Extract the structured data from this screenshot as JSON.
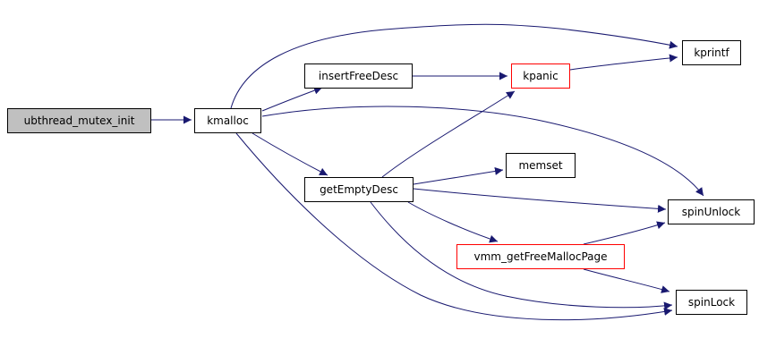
{
  "diagram": {
    "type": "call-graph",
    "root_function": "ubthread_mutex_init"
  },
  "colors": {
    "edge": "#191970",
    "node_border": "#000000",
    "node_border_highlight": "#ff0000",
    "root_node_fill": "#c0c0c0",
    "node_fill": "#ffffff",
    "background": "#ffffff",
    "text": "#000000"
  },
  "nodes": [
    {
      "id": "ubthread_mutex_init",
      "label": "ubthread_mutex_init",
      "style": "root"
    },
    {
      "id": "kmalloc",
      "label": "kmalloc",
      "style": "normal"
    },
    {
      "id": "insertFreeDesc",
      "label": "insertFreeDesc",
      "style": "normal"
    },
    {
      "id": "kpanic",
      "label": "kpanic",
      "style": "red"
    },
    {
      "id": "kprintf",
      "label": "kprintf",
      "style": "normal"
    },
    {
      "id": "getEmptyDesc",
      "label": "getEmptyDesc",
      "style": "normal"
    },
    {
      "id": "memset",
      "label": "memset",
      "style": "normal"
    },
    {
      "id": "spinUnlock",
      "label": "spinUnlock",
      "style": "normal"
    },
    {
      "id": "vmm_getFreeMallocPage",
      "label": "vmm_getFreeMallocPage",
      "style": "red"
    },
    {
      "id": "spinLock",
      "label": "spinLock",
      "style": "normal"
    }
  ],
  "edges": [
    {
      "from": "ubthread_mutex_init",
      "to": "kmalloc"
    },
    {
      "from": "kmalloc",
      "to": "insertFreeDesc"
    },
    {
      "from": "kmalloc",
      "to": "kprintf"
    },
    {
      "from": "kmalloc",
      "to": "getEmptyDesc"
    },
    {
      "from": "kmalloc",
      "to": "spinUnlock"
    },
    {
      "from": "kmalloc",
      "to": "spinLock"
    },
    {
      "from": "insertFreeDesc",
      "to": "kpanic"
    },
    {
      "from": "kpanic",
      "to": "kprintf"
    },
    {
      "from": "getEmptyDesc",
      "to": "kpanic"
    },
    {
      "from": "getEmptyDesc",
      "to": "memset"
    },
    {
      "from": "getEmptyDesc",
      "to": "spinUnlock"
    },
    {
      "from": "getEmptyDesc",
      "to": "vmm_getFreeMallocPage"
    },
    {
      "from": "getEmptyDesc",
      "to": "spinLock"
    },
    {
      "from": "vmm_getFreeMallocPage",
      "to": "spinUnlock"
    },
    {
      "from": "vmm_getFreeMallocPage",
      "to": "spinLock"
    }
  ]
}
